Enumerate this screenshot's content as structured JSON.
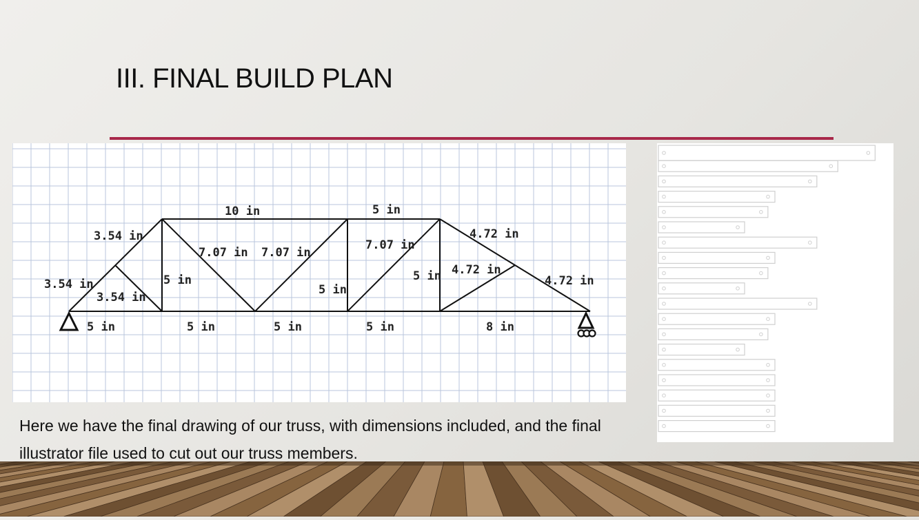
{
  "slide": {
    "title": "III. FINAL BUILD PLAN",
    "caption": "Here we have the final drawing of our truss, with dimensions included, and the final illustrator file used to cut out our truss members."
  },
  "colors": {
    "accent_rule": "#a8284a",
    "grid": "#b9c6dc",
    "truss": "#111111",
    "cut_outline": "#cfcfcf"
  },
  "truss": {
    "labels": [
      {
        "id": "top-left",
        "text": "10 in"
      },
      {
        "id": "top-right",
        "text": "5 in"
      },
      {
        "id": "left-upper-diag",
        "text": "3.54 in"
      },
      {
        "id": "left-outer-diag",
        "text": "3.54 in"
      },
      {
        "id": "left-inner-diag",
        "text": "3.54 in"
      },
      {
        "id": "vertical-1",
        "text": "5 in"
      },
      {
        "id": "diag-1",
        "text": "7.07 in"
      },
      {
        "id": "diag-2",
        "text": "7.07 in"
      },
      {
        "id": "vertical-3",
        "text": "5 in"
      },
      {
        "id": "diag-3",
        "text": "7.07 in"
      },
      {
        "id": "vertical-4",
        "text": "5 in"
      },
      {
        "id": "right-upper-diag",
        "text": "4.72 in"
      },
      {
        "id": "right-inner-diag",
        "text": "4.72 in"
      },
      {
        "id": "right-outer-diag",
        "text": "4.72 in"
      },
      {
        "id": "bottom-1",
        "text": "5 in"
      },
      {
        "id": "bottom-2",
        "text": "5 in"
      },
      {
        "id": "bottom-3",
        "text": "5 in"
      },
      {
        "id": "bottom-4",
        "text": "5 in"
      },
      {
        "id": "bottom-5",
        "text": "8 in"
      }
    ]
  },
  "cut_file": {
    "pieces": [
      0.93,
      0.77,
      0.68,
      0.5,
      0.47,
      0.37,
      0.68,
      0.5,
      0.47,
      0.37,
      0.68,
      0.5,
      0.47,
      0.37,
      0.5,
      0.5,
      0.5,
      0.5,
      0.5
    ]
  }
}
